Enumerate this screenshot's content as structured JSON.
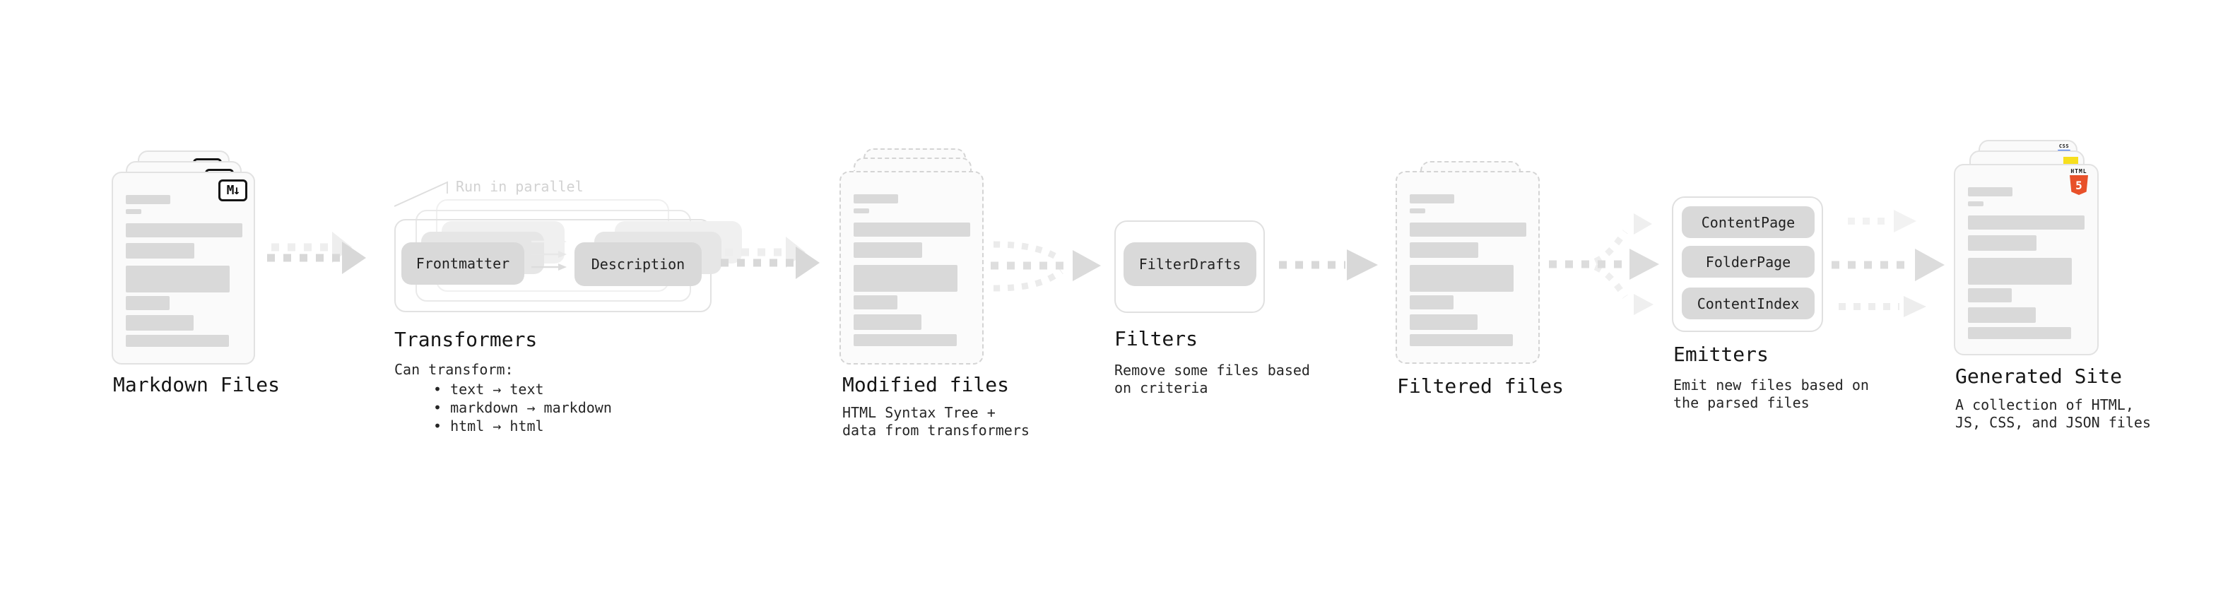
{
  "diagram": {
    "stages": {
      "markdown": {
        "title": "Markdown Files",
        "badge": "M↓"
      },
      "transformers": {
        "annotation": "Run in parallel",
        "pill_left": "Frontmatter",
        "pill_right": "Description",
        "title": "Transformers",
        "caption": "Can transform:",
        "bullets": [
          "• text → text",
          "• markdown → markdown",
          "• html → html"
        ]
      },
      "modified": {
        "title": "Modified files",
        "caption": "HTML Syntax Tree +\ndata from transformers"
      },
      "filters": {
        "title": "Filters",
        "pill": "FilterDrafts",
        "caption": "Remove some files based\non criteria"
      },
      "filtered": {
        "title": "Filtered files"
      },
      "emitters": {
        "title": "Emitters",
        "pills": [
          "ContentPage",
          "FolderPage",
          "ContentIndex"
        ],
        "caption": "Emit new files based on\nthe parsed files"
      },
      "generated": {
        "title": "Generated Site",
        "caption": "A collection of HTML,\nJS, CSS, and JSON files",
        "badges": {
          "css": "CSS",
          "html_label": "HTML",
          "html_number": "5"
        }
      }
    },
    "colors": {
      "background": "#ffffff",
      "card_fill": "#fafafa",
      "card_border": "#e2e2e2",
      "dashed_border": "#d4d4d4",
      "pill_gray": "#d9d9d9",
      "arrow_dark": "#d8d8d8",
      "arrow_light": "#eeeeee",
      "title_text": "#161616",
      "annotation_gray": "#d2d2d2",
      "html5_orange": "#e8512a",
      "js_yellow": "#f7df1e",
      "css_blue": "#2965f1"
    }
  }
}
